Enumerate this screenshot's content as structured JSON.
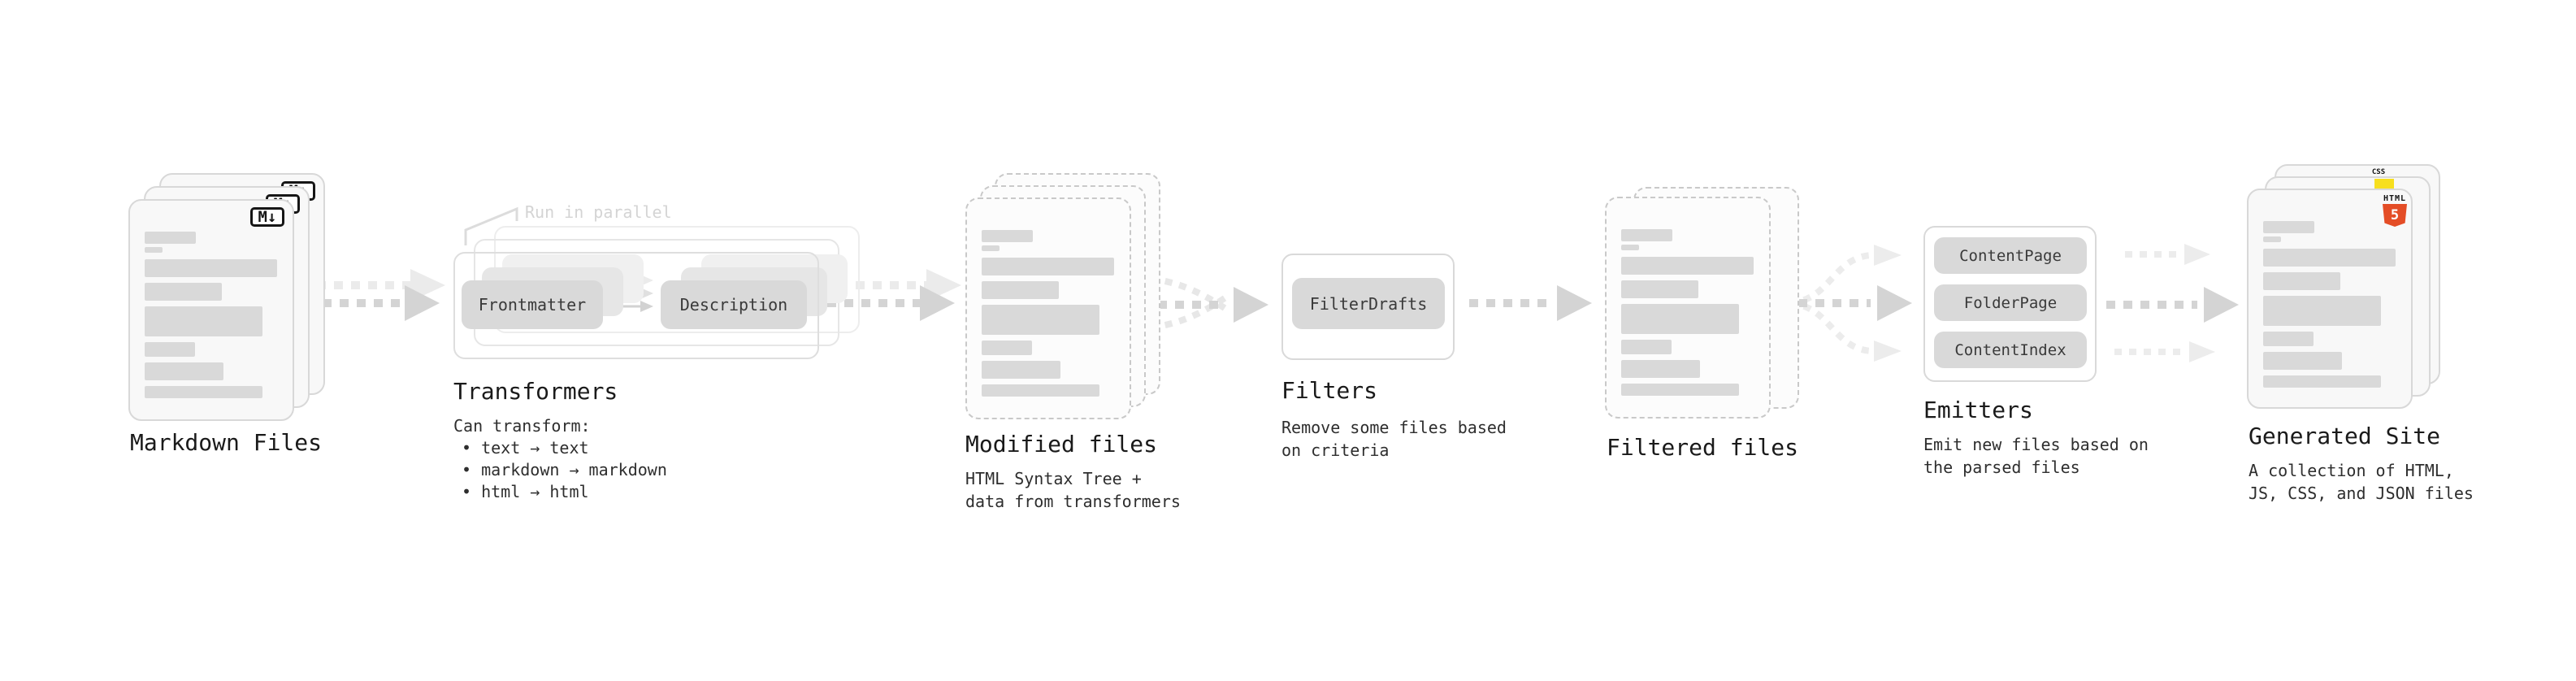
{
  "stages": {
    "markdown_files": {
      "title": "Markdown Files",
      "badge": "M↓"
    },
    "transformers": {
      "title": "Transformers",
      "annotation": "Run in parallel",
      "node_left": "Frontmatter",
      "node_right": "Description",
      "heading": "Can transform:",
      "bullets": [
        "• text → text",
        "• markdown → markdown",
        "• html → html"
      ]
    },
    "modified_files": {
      "title": "Modified files",
      "description": "HTML Syntax Tree +\ndata from transformers"
    },
    "filters": {
      "title": "Filters",
      "node": "FilterDrafts",
      "description": "Remove some files based\non criteria"
    },
    "filtered_files": {
      "title": "Filtered files"
    },
    "emitters": {
      "title": "Emitters",
      "nodes": [
        "ContentPage",
        "FolderPage",
        "ContentIndex"
      ],
      "description": "Emit new files based on\nthe parsed files"
    },
    "generated_site": {
      "title": "Generated Site",
      "description": "A collection of HTML,\nJS, CSS, and JSON files",
      "css_badge": "CSS",
      "html5_label": "HTML",
      "html5_number": "5"
    }
  },
  "colors": {
    "node_gray": "#d9d9d9",
    "arrow_gray": "#d4d4d4",
    "faint_arrow_gray": "#ececec",
    "html5_orange": "#e44d26",
    "js_yellow": "#f7df1e",
    "css_blue": "#2965f1"
  }
}
